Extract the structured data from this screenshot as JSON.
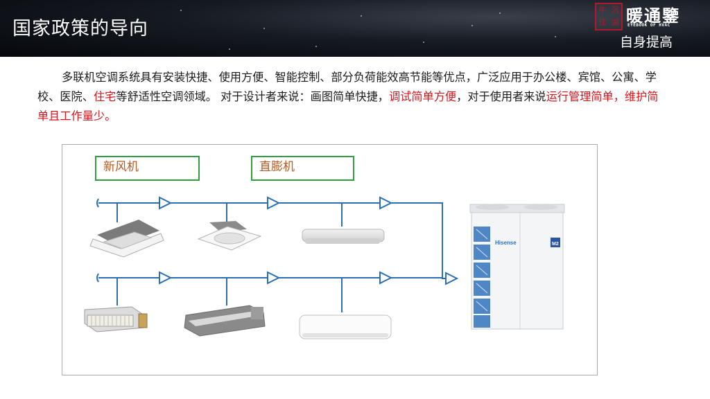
{
  "header": {
    "title": "国家政策的导向",
    "seal_chars": [
      "牛",
      "沉",
      "江",
      "湖"
    ],
    "brand_name": "暖通鑒",
    "brand_sub": "EYEBOOK  OF  HVAC",
    "subtitle": "自身提高"
  },
  "body": {
    "segments": [
      {
        "text": "多联机空调系统具有安装快捷、使用方便、智能控制、部分负荷能效高节能等优点，广泛应用于办公楼、宾馆、公寓、学校、医院、",
        "highlight": false
      },
      {
        "text": "住宅",
        "highlight": true
      },
      {
        "text": "等舒适性空调领域。 对于设计者来说：画图简单快捷，",
        "highlight": false
      },
      {
        "text": "调试简单方便",
        "highlight": true
      },
      {
        "text": "，对于使用者来说",
        "highlight": false
      },
      {
        "text": "运行管理简单，维护简单且工作量少。",
        "highlight": true
      }
    ]
  },
  "diagram": {
    "labels": {
      "fresh_air": "新风机",
      "dx": "直膨机"
    },
    "outdoor_brand": "Hisense",
    "outdoor_badge": "M2"
  },
  "colors": {
    "pipe": "#2a6fb6",
    "tag_border": "#2e9e3e",
    "tag_text": "#b9581b",
    "highlight": "#d8141b"
  }
}
